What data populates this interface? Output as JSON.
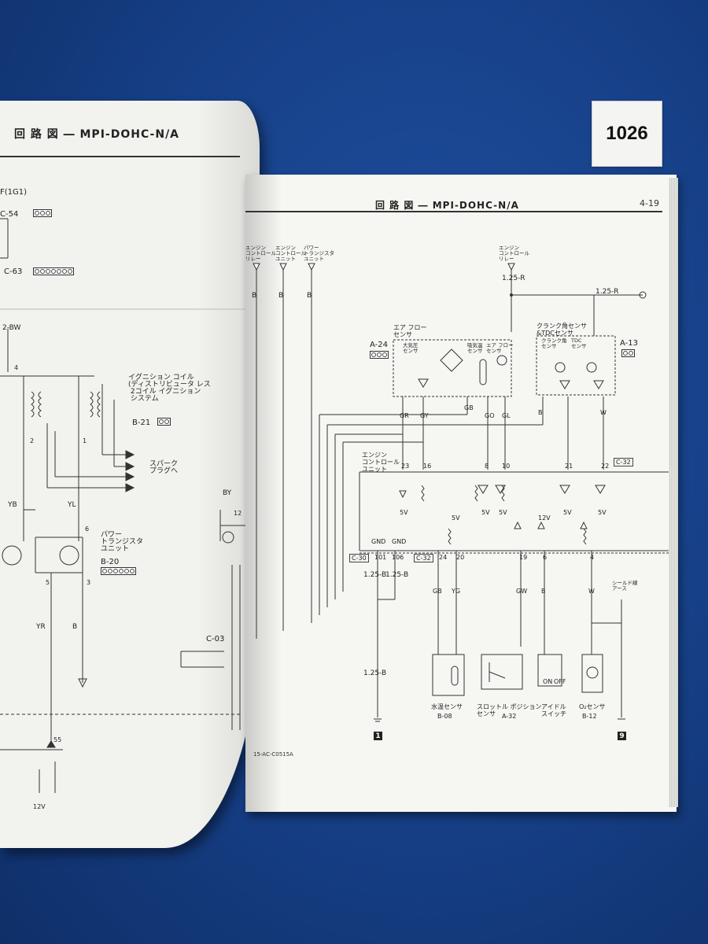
{
  "tag_number": "1026",
  "left_page": {
    "header": "回 路 図 ― MPI-DOHC-N/A",
    "connectors": {
      "c54": "C-54",
      "c63": "C-63",
      "b21": "B-21",
      "b20": "B-20",
      "c03": "C-03"
    },
    "ignition_coil_label": "イグニション コイル\n(ディストリビュータ レス\n 2コイル イグニション\n システム",
    "spark_plug_label": "スパーク\nプラグへ",
    "power_transistor_label": "パワー\nトランジスタ\nユニット",
    "wire_2bw": "2-BW",
    "wire_yb": "YB",
    "wire_yl": "YL",
    "wire_yr": "YR",
    "wire_by": "BY",
    "pins": {
      "p4": "4",
      "p2": "2",
      "p1": "1",
      "p6": "6",
      "p5": "5",
      "p3": "3",
      "p55": "55",
      "p12": "12"
    },
    "label_12v": "12V",
    "label_1g1": "F(1G1)"
  },
  "right_page": {
    "header": "回 路 図 ― MPI-DOHC-N/A",
    "page_number": "4-19",
    "top_sources": [
      {
        "text": "エンジン\nコントロール\nリレー",
        "wire": "B"
      },
      {
        "text": "エンジン\nコントロール\nユニット",
        "wire": "B"
      },
      {
        "text": "パワー\nトランジスタ\nユニット",
        "wire": "B"
      }
    ],
    "relay_top": "エンジン\nコントロール\nリレー",
    "airflow_sensor": "エア フロー\nセンサ",
    "airflow_sub": [
      "大気圧\nセンサ",
      "吸気温\nセンサ",
      "エア フロー\nセンサ"
    ],
    "crank_sensor": "クランク角センサ\n&TDCセンサ",
    "crank_sub": [
      "クランク角\nセンサ",
      "TDC\nセンサ"
    ],
    "conn_a24": "A-24",
    "conn_a13": "A-13",
    "conn_c30": "C-30",
    "conn_c32": "C-32",
    "wire_125r": "1.25-R",
    "wire_125b": "1.25-B",
    "ecu_label": "エンジン\nコントロール\nユニット",
    "ecu_pins": [
      "23",
      "16",
      "8",
      "10",
      "21",
      "22"
    ],
    "ecu_pins_low": [
      "101",
      "106",
      "24",
      "20",
      "19",
      "6",
      "4"
    ],
    "gnd": "GND",
    "v5": "5V",
    "v12": "12V",
    "wire_codes": [
      "GR",
      "GY",
      "GB",
      "GO",
      "GL",
      "B",
      "W",
      "YG",
      "GW"
    ],
    "shield_label": "シールド線\nアース",
    "sensors_bottom": [
      {
        "name": "水温センサ",
        "conn": "B-08"
      },
      {
        "name": "スロットル ポジション\nセンサ",
        "conn": "A-32"
      },
      {
        "name": "アイドル\nスイッチ",
        "conn": ""
      },
      {
        "name": "O₂センサ",
        "conn": "B-12"
      }
    ],
    "idle_on": "ON",
    "idle_off": "OFF",
    "ground_1": "1",
    "ground_9": "9",
    "footer_code": "15-AC-C0515A"
  }
}
